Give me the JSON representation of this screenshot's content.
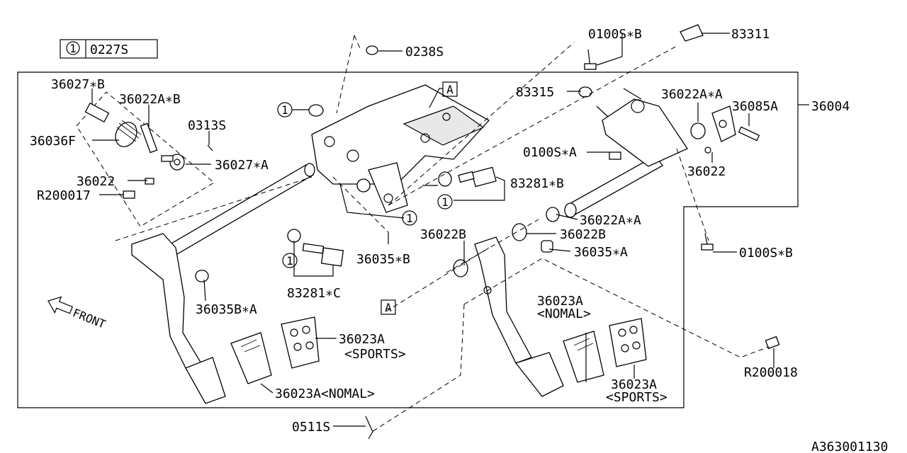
{
  "legend": {
    "marker": "1",
    "part": "0227S"
  },
  "callouts": {
    "p02385": "0238S",
    "p0100s_b_top": "0100S∗B",
    "p83311": "83311",
    "p83315": "83315",
    "p36022a_a_top": "36022A∗A",
    "p36085a": "36085A",
    "p36004": "36004",
    "p0100s_a": "0100S∗A",
    "p36022_right": "36022",
    "p83281_b": "83281∗B",
    "p36022a_a_mid": "36022A∗A",
    "p36022b_left": "36022B",
    "p36022b_right": "36022B",
    "p36035_a": "36035∗A",
    "p0100s_b_right": "0100S∗B",
    "p36035_b": "36035∗B",
    "p83281_c": "83281∗C",
    "p36027_b": "36027∗B",
    "p36022a_b": "36022A∗B",
    "p03135": "0313S",
    "p36036f": "36036F",
    "p36027_a": "36027∗A",
    "p36022_left": "36022",
    "p_r200017": "R200017",
    "p36035b_a": "36035B∗A",
    "p36023a_sports_l": "36023A",
    "p36023a_sports_l_sub": "<SPORTS>",
    "p36023a_nomal_l": "36023A<NOMAL>",
    "p36023a_nomal_r": "36023A",
    "p36023a_nomal_r_sub": "<NOMAL>",
    "p36023a_sports_r": "36023A",
    "p36023a_sports_r_sub": "<SPORTS>",
    "p_r200018": "R200018",
    "p05115": "0511S",
    "ref_a_top": "A",
    "ref_a_bottom": "A",
    "front": "FRONT",
    "marker": "1"
  },
  "diagram_id": "A363001130"
}
